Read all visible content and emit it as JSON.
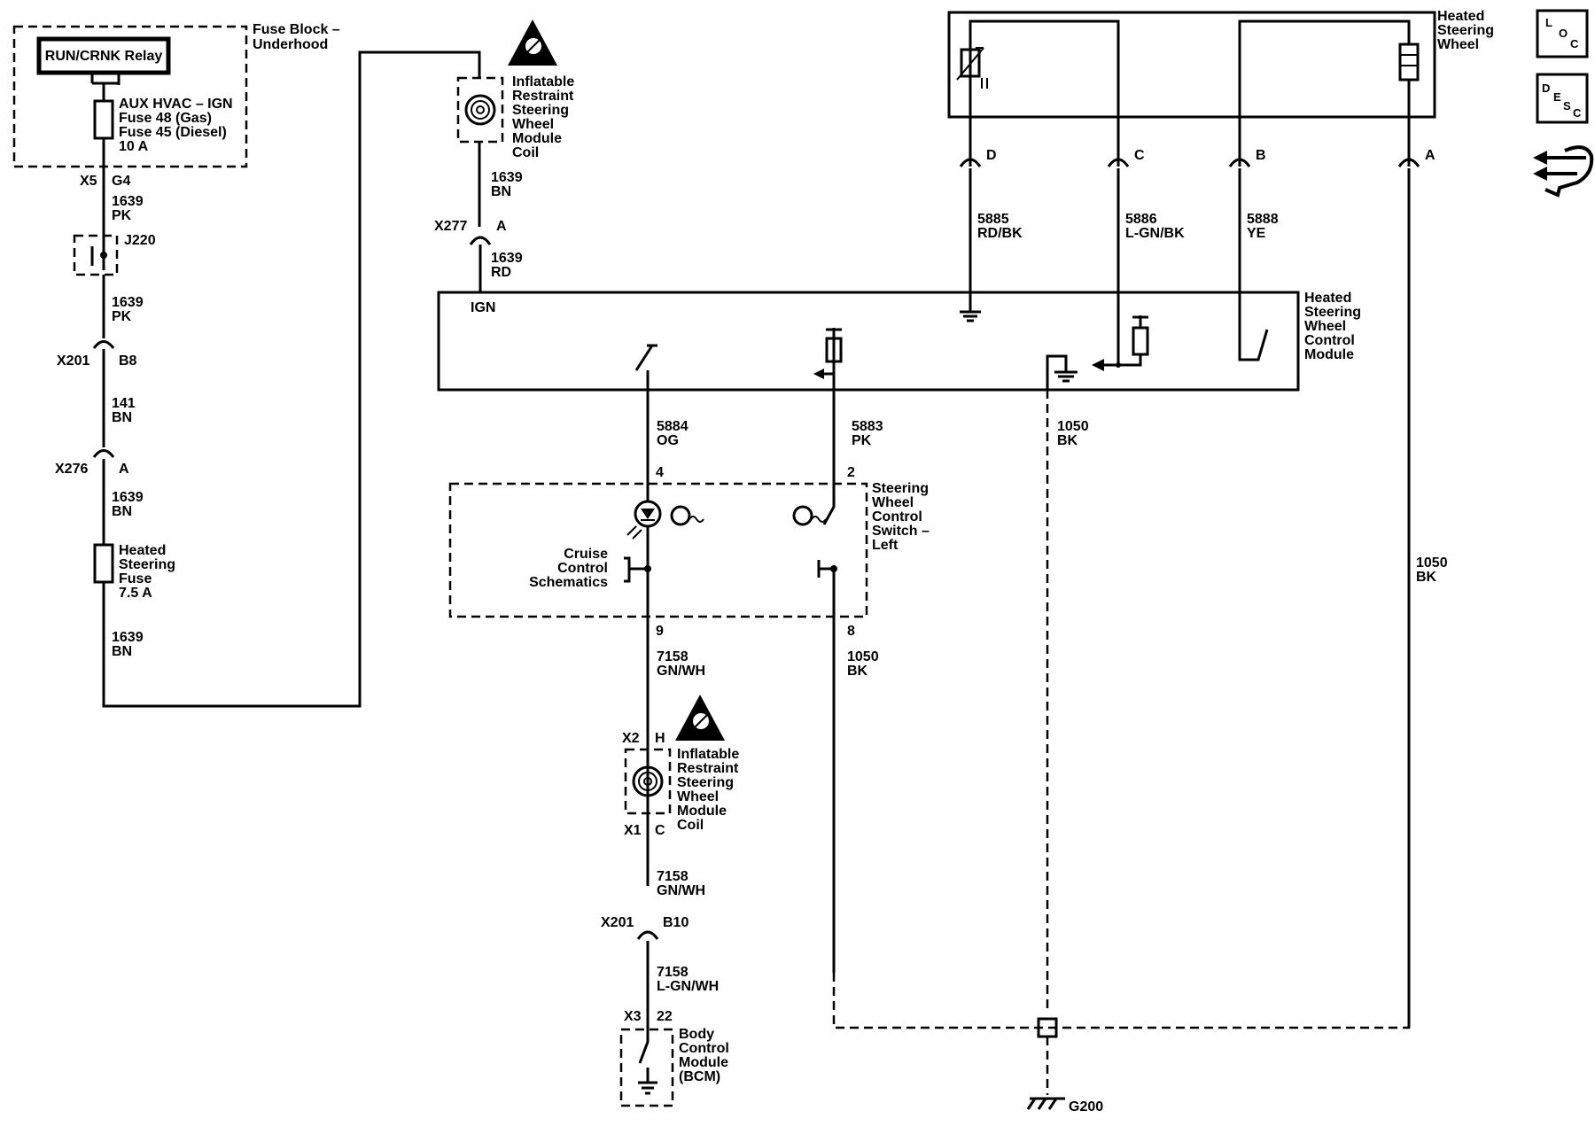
{
  "components": {
    "fuse_block": "Fuse Block –",
    "fuse_block_2": "Underhood",
    "relay": "RUN/CRNK Relay",
    "aux_fuse": [
      "AUX HVAC – IGN",
      "Fuse 48 (Gas)",
      "Fuse 45 (Diesel)",
      "10 A"
    ],
    "coil_top": [
      "Inflatable",
      "Restraint",
      "Steering",
      "Wheel",
      "Module",
      "Coil"
    ],
    "coil_bottom": [
      "Inflatable",
      "Restraint",
      "Steering",
      "Wheel",
      "Module",
      "Coil"
    ],
    "heated_fuse": [
      "Heated",
      "Steering",
      "Fuse",
      "7.5 A"
    ],
    "heated_wheel": [
      "Heated",
      "Steering",
      "Wheel"
    ],
    "hswcm": [
      "Heated",
      "Steering",
      "Wheel",
      "Control",
      "Module"
    ],
    "hswcm_ign": "IGN",
    "swcs": [
      "Steering",
      "Wheel",
      "Control",
      "Switch –",
      "Left"
    ],
    "cruise": [
      "Cruise",
      "Control",
      "Schematics"
    ],
    "bcm": [
      "Body",
      "Control",
      "Module",
      "(BCM)"
    ],
    "ground": "G200",
    "splice": "J220"
  },
  "connectors": {
    "x5": "X5",
    "x5_pin": "G4",
    "x201a": "X201",
    "x201a_pin": "B8",
    "x276": "X276",
    "x276_pin": "A",
    "x277": "X277",
    "x277_pin": "A",
    "x2": "X2",
    "x2_pin": "H",
    "x1": "X1",
    "x1_pin": "C",
    "x201b": "X201",
    "x201b_pin": "B10",
    "x3": "X3",
    "x3_pin": "22",
    "pin_d": "D",
    "pin_c": "C",
    "pin_b": "B",
    "pin_a": "A",
    "pin_4": "4",
    "pin_2": "2",
    "pin_9": "9",
    "pin_8": "8"
  },
  "wires": {
    "w1": [
      "1639",
      "PK"
    ],
    "w2": [
      "1639",
      "PK"
    ],
    "w3": [
      "141",
      "BN"
    ],
    "w4": [
      "1639",
      "BN"
    ],
    "w5": [
      "1639",
      "BN"
    ],
    "w6": [
      "1639",
      "BN"
    ],
    "w7": [
      "1639",
      "RD"
    ],
    "w8": [
      "5885",
      "RD/BK"
    ],
    "w9": [
      "5886",
      "L-GN/BK"
    ],
    "w10": [
      "5888",
      "YE"
    ],
    "w11": [
      "5884",
      "OG"
    ],
    "w12": [
      "5883",
      "PK"
    ],
    "w13": [
      "1050",
      "BK"
    ],
    "w14": [
      "1050",
      "BK"
    ],
    "w15": [
      "7158",
      "GN/WH"
    ],
    "w16": [
      "1050",
      "BK"
    ],
    "w17": [
      "7158",
      "GN/WH"
    ],
    "w18": [
      "7158",
      "L-GN/WH"
    ]
  },
  "nav": {
    "loc": [
      "L",
      "O",
      "C"
    ],
    "desc": [
      "D",
      "E",
      "S",
      "C"
    ]
  }
}
